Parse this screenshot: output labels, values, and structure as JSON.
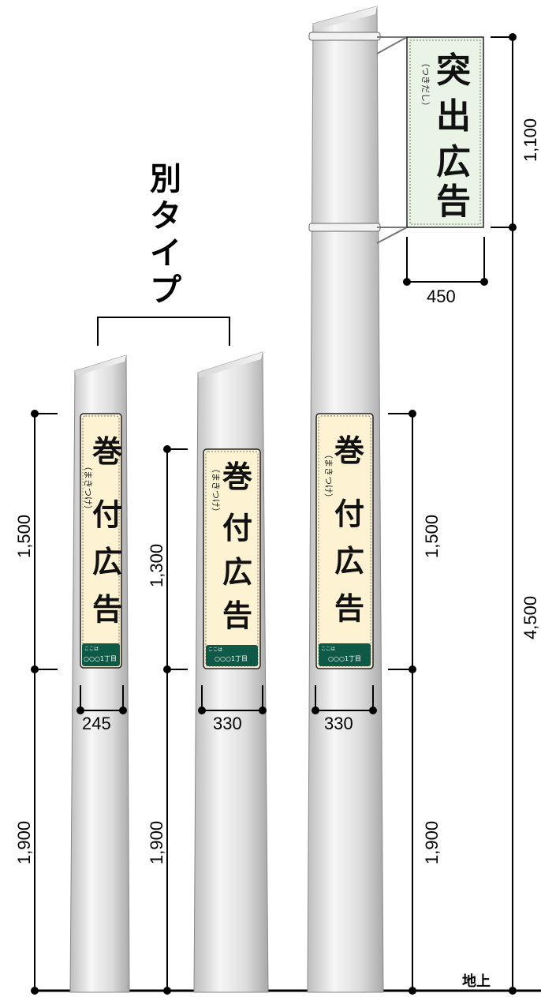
{
  "alt_type_label": [
    "別",
    "タ",
    "イ",
    "プ"
  ],
  "ground_label": "地上",
  "projecting_sign": {
    "title_chars": [
      "突",
      "出",
      "広",
      "告"
    ],
    "reading_chars": [
      "（",
      "つ",
      "き",
      "だ",
      "し",
      "）"
    ],
    "height_dim": "1,100",
    "width_dim": "450"
  },
  "total_height_dim": "4,500",
  "poles": [
    {
      "wrap_chars": [
        "巻",
        "付",
        "広",
        "告"
      ],
      "reading_chars": [
        "（",
        "ま",
        "き",
        "つ",
        "け",
        "）"
      ],
      "tag_small": "ここは",
      "tag_main": "○○○1丁目",
      "sign_height_dim": "1,500",
      "base_height_dim": "1,900",
      "width_dim": "245"
    },
    {
      "wrap_chars": [
        "巻",
        "付",
        "広",
        "告"
      ],
      "reading_chars": [
        "（",
        "ま",
        "き",
        "つ",
        "け",
        "）"
      ],
      "tag_small": "ここは",
      "tag_main": "○○○1丁目",
      "sign_height_dim": "1,300",
      "base_height_dim": "1,900",
      "width_dim": "330"
    },
    {
      "wrap_chars": [
        "巻",
        "付",
        "広",
        "告"
      ],
      "reading_chars": [
        "（",
        "ま",
        "き",
        "つ",
        "け",
        "）"
      ],
      "tag_small": "ここは",
      "tag_main": "○○○1丁目",
      "sign_height_dim": "1,500",
      "base_height_dim": "1,900",
      "width_dim": "330"
    }
  ],
  "colors": {
    "wrap_sign_fill": "#fdf3d2",
    "projecting_sign_fill": "#e9f3e6",
    "tag_fill": "#0f5a46",
    "pole_light": "#f4f4f4",
    "pole_dark": "#bdbdbd"
  }
}
